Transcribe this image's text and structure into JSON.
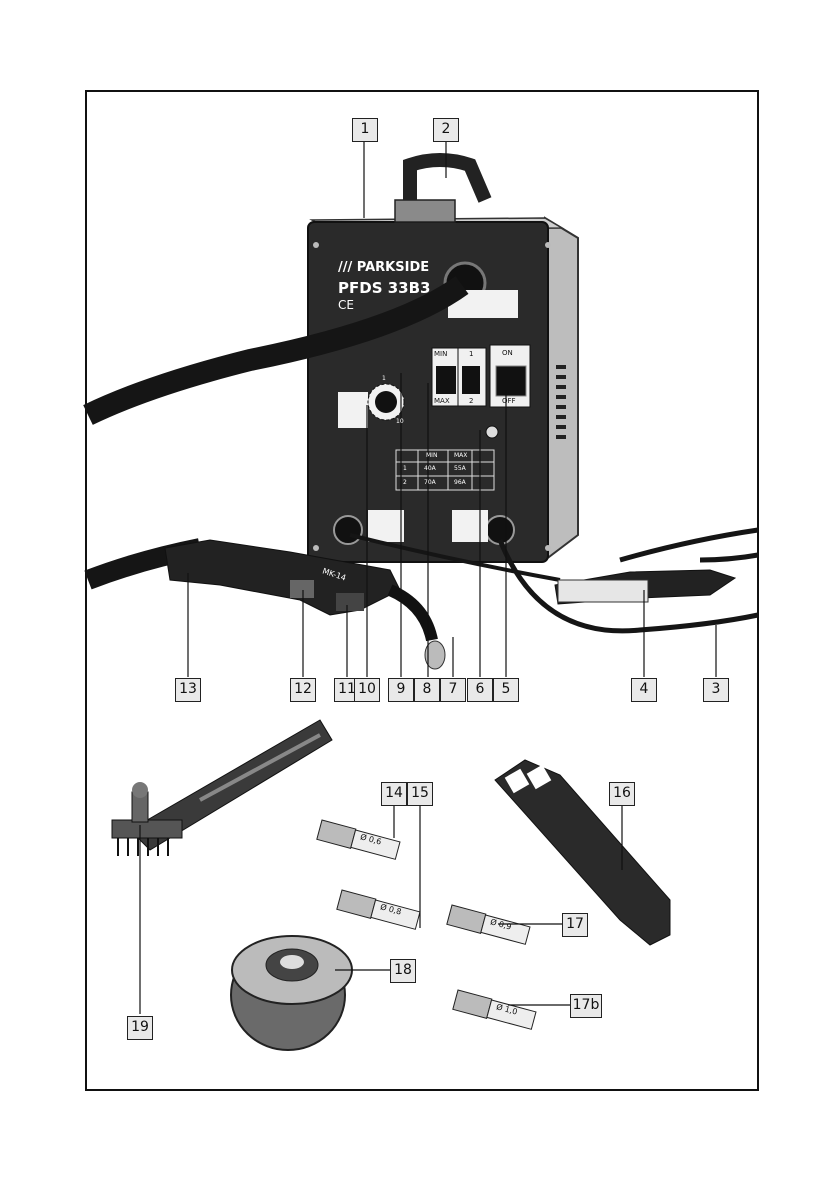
{
  "machine": {
    "brand": "/// PARKSIDE",
    "model": "PFDS 33B3",
    "marks": "CE",
    "switch_power_top": "ON",
    "switch_power_bottom": "OFF",
    "switch_range_top": "MIN",
    "switch_range_bottom": "MAX",
    "switch_step_top": "1",
    "switch_step_bottom": "2",
    "dial_min": "1",
    "dial_max": "10",
    "torch_label": "MK-14",
    "current_table": {
      "headers": [
        "",
        "MIN",
        "MAX"
      ],
      "rows": [
        [
          "1",
          "40A",
          "55A"
        ],
        [
          "2",
          "70A",
          "96A"
        ]
      ]
    }
  },
  "accessories": {
    "tip_14": "Ø 0,6",
    "tip_15": "Ø 0,8",
    "tip_17": "Ø 0,9",
    "tip_17b": "Ø 1,0"
  },
  "callouts": [
    "1",
    "2",
    "3",
    "4",
    "5",
    "6",
    "7",
    "8",
    "9",
    "10",
    "11",
    "12",
    "13",
    "14",
    "15",
    "16",
    "17",
    "17b",
    "18",
    "19"
  ],
  "colors": {
    "ink": "#111111",
    "machine": "#2a2a2a",
    "callout_bg": "#e9e9e9"
  }
}
